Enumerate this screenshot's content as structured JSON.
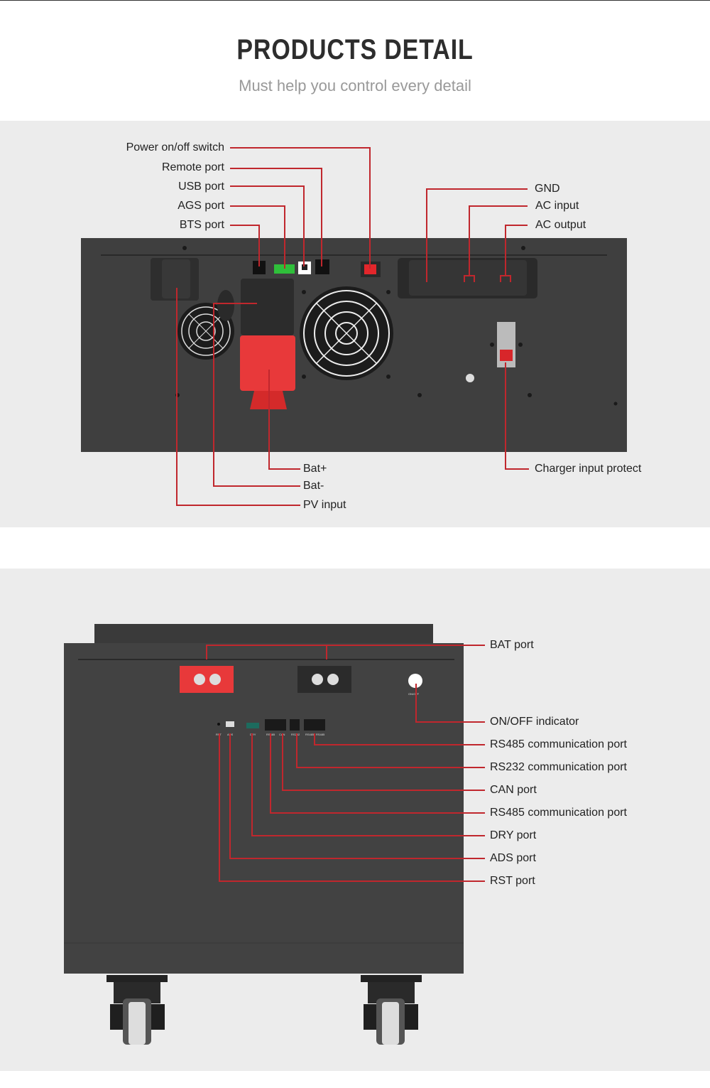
{
  "header": {
    "title": "PRODUCTS DETAIL",
    "subtitle": "Must help you control every detail"
  },
  "inverter": {
    "left_labels": [
      "Power on/off switch",
      "Remote port",
      "USB port",
      "AGS port",
      "BTS port"
    ],
    "right_labels": [
      "GND",
      "AC input",
      "AC output"
    ],
    "bottom_labels": [
      "Bat+",
      "Bat-",
      "PV input"
    ],
    "charger_label": "Charger input protect"
  },
  "battery": {
    "labels": [
      "BAT port",
      "ON/OFF indicator",
      "RS485 communication port",
      "RS232 communication port",
      "CAN port",
      "RS485 communication port",
      "DRY port",
      "ADS port",
      "RST port"
    ],
    "panel_marks": {
      "onoff": "ON/OFF",
      "rst": "RST",
      "ads": "ADS",
      "dry": "DRY",
      "rs485a": "RS485",
      "can": "CAN",
      "rs232": "RS232",
      "rs485b": "RS485",
      "rs485c": "RS485"
    }
  },
  "colors": {
    "leader": "#c0272d",
    "device": "#3f3f3f",
    "band": "#ececec"
  }
}
